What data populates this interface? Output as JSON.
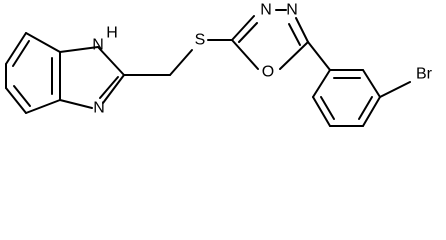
{
  "atoms": {
    "nh": "H",
    "n_upper": "N",
    "n_lower": "N",
    "s": "S",
    "n_ox_left": "N",
    "n_ox_right": "N",
    "o": "O",
    "br": "Br"
  }
}
